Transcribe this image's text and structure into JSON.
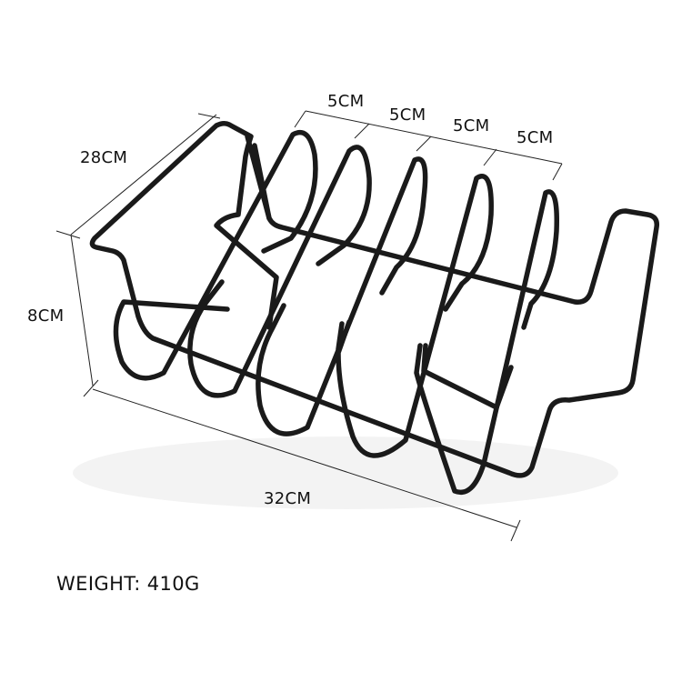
{
  "product": {
    "name": "Rib Rack",
    "color": "#1a1a1a",
    "slots": 5
  },
  "dimensions": {
    "depth": "28CM",
    "height": "8CM",
    "length": "32CM",
    "spacing": [
      "5CM",
      "5CM",
      "5CM",
      "5CM"
    ]
  },
  "weight_label": "WEIGHT: 410G"
}
